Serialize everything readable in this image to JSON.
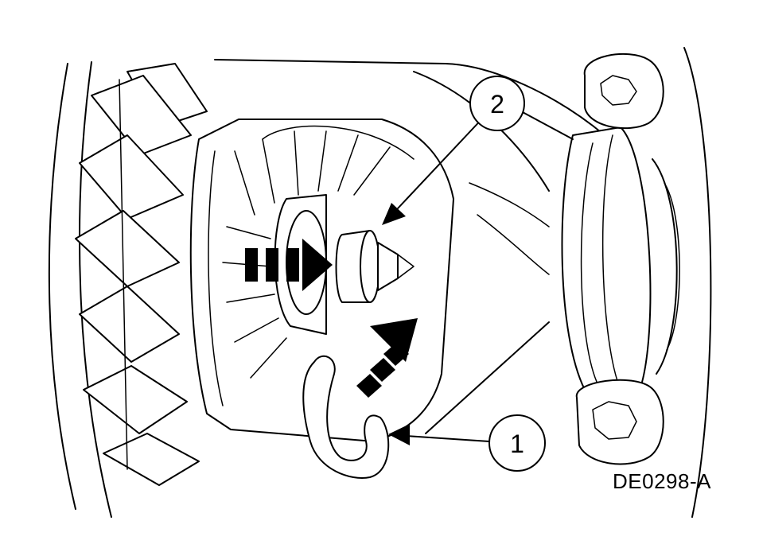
{
  "figure": {
    "figure_id": "DE0298-A",
    "callouts": [
      {
        "number": "1"
      },
      {
        "number": "2"
      }
    ]
  }
}
